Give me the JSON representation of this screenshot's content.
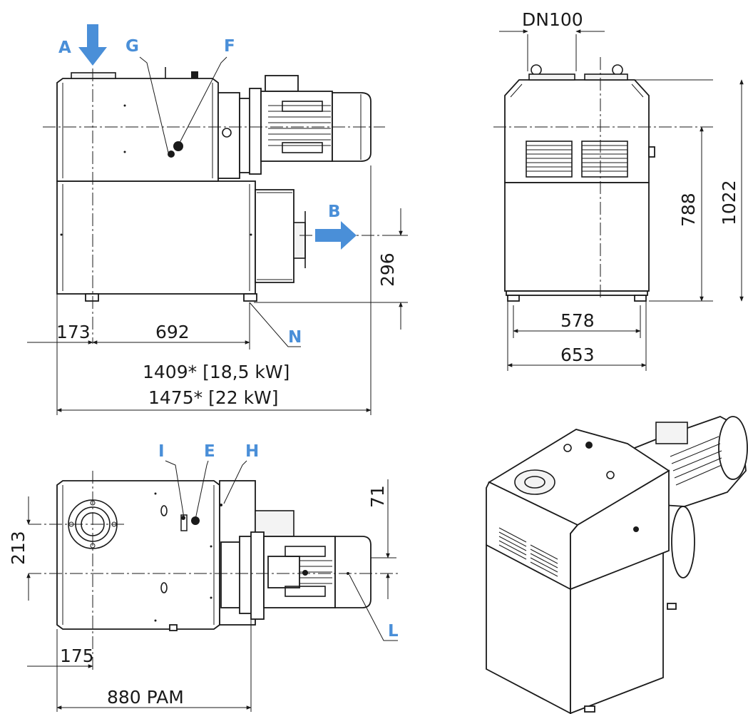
{
  "colors": {
    "accent": "#4a8fd8",
    "line": "#1a1a1a"
  },
  "labels": {
    "A": "A",
    "B": "B",
    "E": "E",
    "F": "F",
    "G": "G",
    "H": "H",
    "I": "I",
    "L": "L",
    "N": "N"
  },
  "dimensions": {
    "d173": "173",
    "d692": "692",
    "d1409": "1409* [18,5 kW]",
    "d1475": "1475* [22 kW]",
    "d296": "296",
    "dn100": "DN100",
    "d788": "788",
    "d1022": "1022",
    "d578": "578",
    "d653": "653",
    "d71": "71",
    "d213": "213",
    "d175": "175",
    "d880": "880 PAM"
  },
  "icons": {
    "inlet": "inlet-arrow-icon",
    "outlet": "outlet-arrow-icon"
  }
}
